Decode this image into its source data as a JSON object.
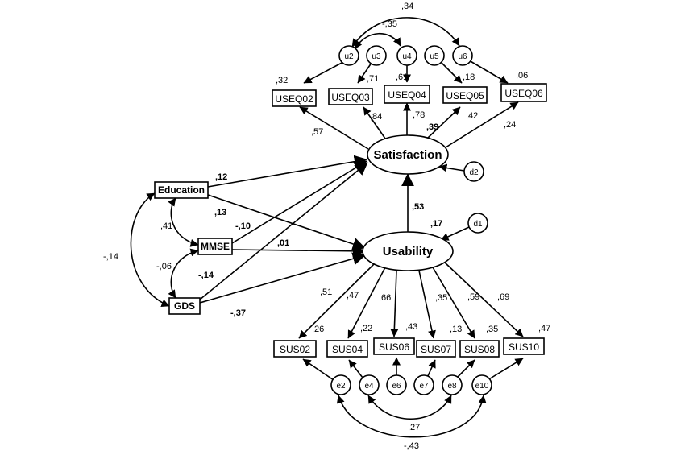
{
  "latents": {
    "satisfaction": "Satisfaction",
    "usability": "Usability"
  },
  "exogenous": {
    "education": "Education",
    "mmse": "MMSE",
    "gds": "GDS"
  },
  "disturbances": {
    "d1": "d1",
    "d2": "d2"
  },
  "satisfaction_items": [
    {
      "label": "USEQ02",
      "error": "u2",
      "r2": ",32",
      "loading": ",57"
    },
    {
      "label": "USEQ03",
      "error": "u3",
      "r2": ",71",
      "loading": ",84"
    },
    {
      "label": "USEQ04",
      "error": "u4",
      "r2": ",61",
      "loading": ",78"
    },
    {
      "label": "USEQ05",
      "error": "u5",
      "r2": ",18",
      "loading": ",42"
    },
    {
      "label": "USEQ06",
      "error": "u6",
      "r2": ",06",
      "loading": ",24"
    }
  ],
  "usability_items": [
    {
      "label": "SUS02",
      "error": "e2",
      "r2": ",26",
      "loading": ",51"
    },
    {
      "label": "SUS04",
      "error": "e4",
      "r2": ",22",
      "loading": ",47"
    },
    {
      "label": "SUS06",
      "error": "e6",
      "r2": ",43",
      "loading": ",66"
    },
    {
      "label": "SUS07",
      "error": "e7",
      "r2": ",13",
      "loading": ",35"
    },
    {
      "label": "SUS08",
      "error": "e8",
      "r2": ",35",
      "loading": ",59"
    },
    {
      "label": "SUS10",
      "error": "e10",
      "r2": ",47",
      "loading": ",69"
    }
  ],
  "paths": {
    "education_satisfaction": ",12",
    "education_usability": ",13",
    "mmse_satisfaction": "-,10",
    "mmse_usability": ",01",
    "gds_satisfaction": "-,14",
    "gds_usability": "-,37",
    "usability_satisfaction": ",53"
  },
  "r2_latent": {
    "satisfaction": ",39",
    "usability": ",17"
  },
  "correlations": {
    "u2_u6": ",34",
    "u2_u4": "-,35",
    "education_mmse": ",41",
    "mmse_gds": "-,06",
    "education_gds": "-,14",
    "e4_e8": ",27",
    "e2_e10": "-,43"
  }
}
